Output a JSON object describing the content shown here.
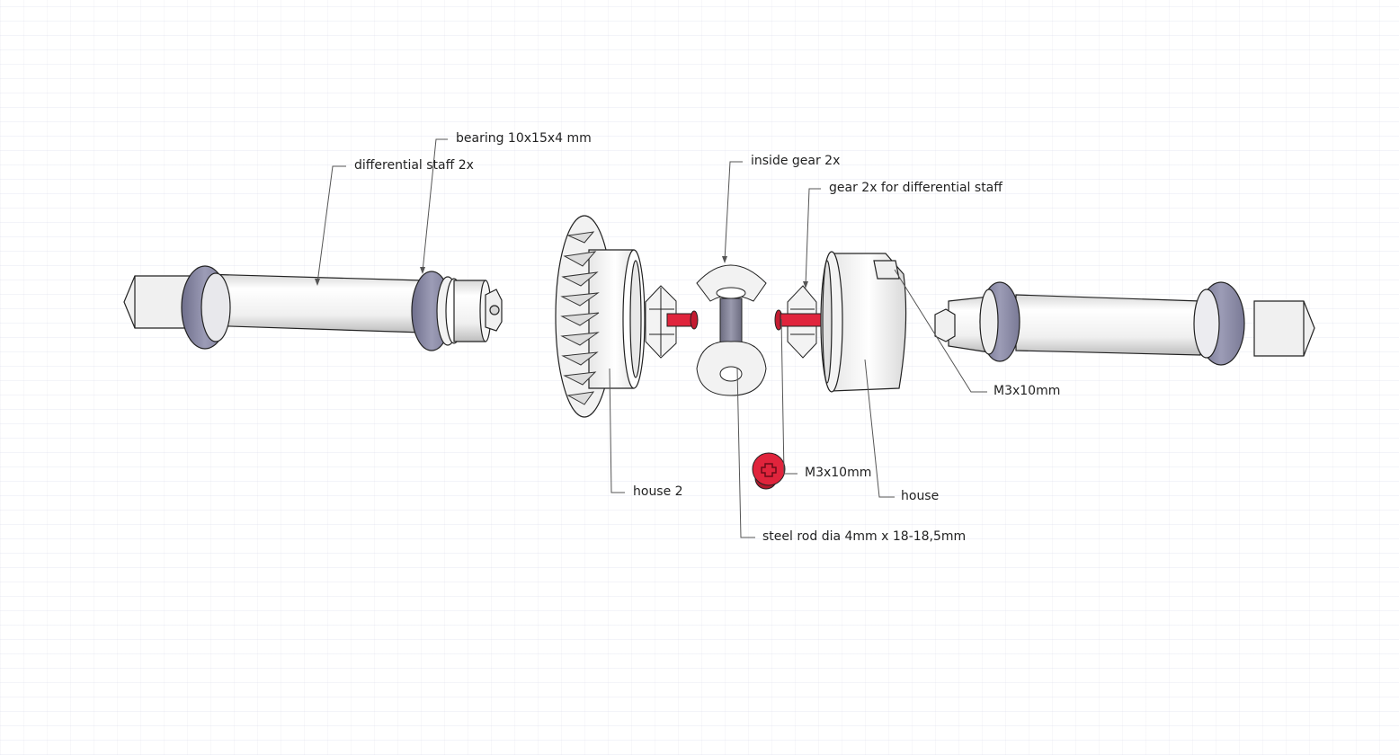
{
  "diagram": {
    "title": "Differential exploded assembly",
    "colors": {
      "part_white": "#f2f2f2",
      "bearing": "#8c8ca8",
      "rod": "#7e7e92",
      "screw": "#e0243c",
      "leader": "#555555"
    },
    "labels": {
      "bearing": "bearing 10x15x4 mm",
      "differential_staff": "differential staff 2x",
      "inside_gear": "inside gear 2x",
      "gear_for_staff": "gear 2x for differential staff",
      "screw_right": "M3x10mm",
      "screw_bottom": "M3x10mm",
      "house": "house",
      "house2": "house 2",
      "steel_rod": "steel rod dia 4mm x 18-18,5mm"
    }
  }
}
